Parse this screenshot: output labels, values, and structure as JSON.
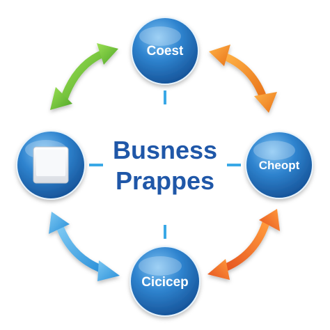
{
  "center": {
    "line1": "Busness",
    "line2": "Prappes"
  },
  "nodes": {
    "top": {
      "label": "Coest"
    },
    "right": {
      "label": "Cheopt"
    },
    "bottom": {
      "label": "Cicicep"
    },
    "left": {
      "label": "",
      "icon": "document-square-icon"
    }
  },
  "colors": {
    "node_blue": "#2f7fc4",
    "center_text": "#1f57a8",
    "connector": "#3aa8e6",
    "arrow_green": "#6cc23a",
    "arrow_orange": "#f08a23",
    "arrow_blue": "#3fa3e3",
    "arrow_orange_red": "#ef6a25"
  },
  "arrows": [
    {
      "name": "top-left",
      "color": "green"
    },
    {
      "name": "top-right",
      "color": "orange"
    },
    {
      "name": "bottom-right",
      "color": "orange-red"
    },
    {
      "name": "bottom-left",
      "color": "blue"
    }
  ]
}
